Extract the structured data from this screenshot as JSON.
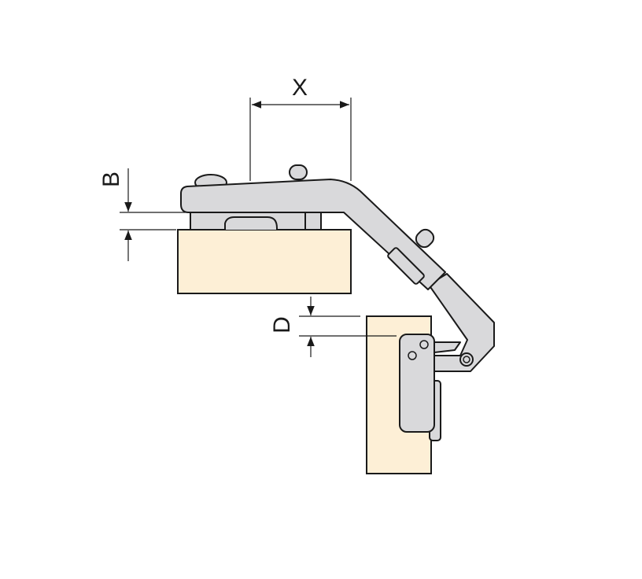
{
  "dimensions": {
    "x_label": "X",
    "b_label": "B",
    "d_label": "D"
  },
  "colors": {
    "wood": "#fdefd6",
    "metal": "#d9d9db",
    "line": "#1a1a1a"
  }
}
